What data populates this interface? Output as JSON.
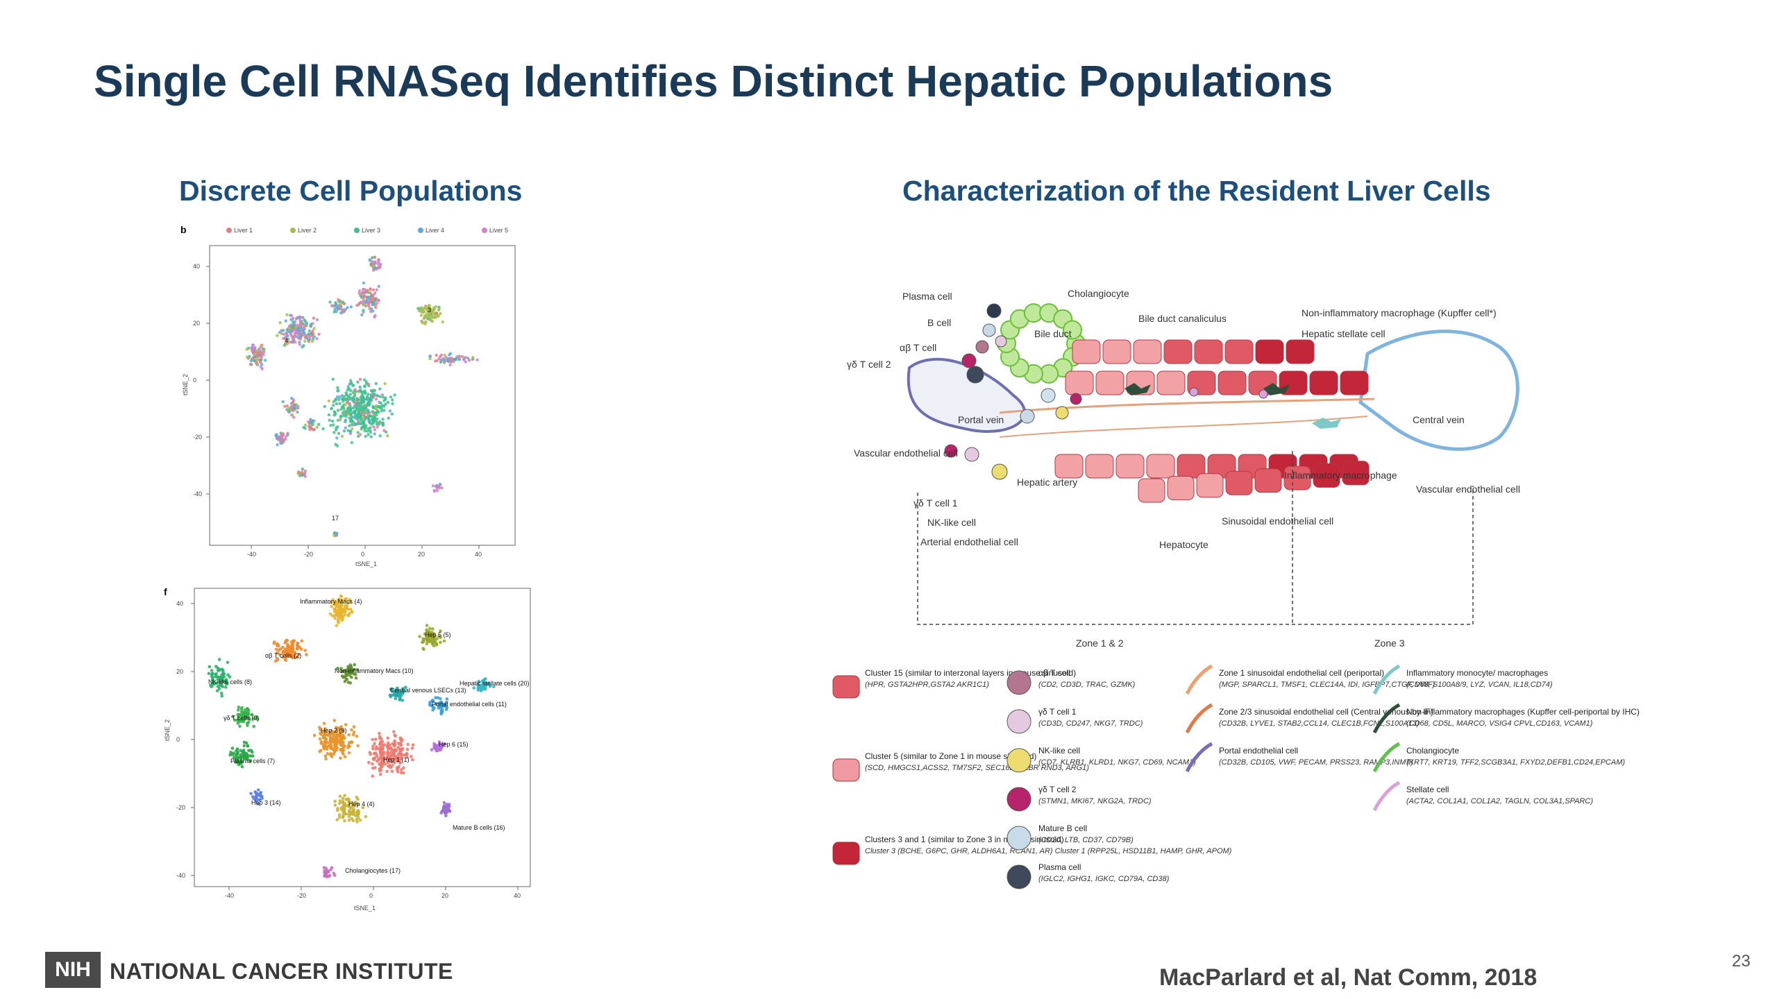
{
  "slide": {
    "title": "Single Cell RNASeq Identifies Distinct Hepatic Populations",
    "page_number": "23",
    "citation": "MacParlard et al, Nat Comm, 2018"
  },
  "left": {
    "subtitle": "Discrete Cell Populations",
    "plot_b": {
      "letter": "b",
      "legend": [
        "Liver 1",
        "Liver 2",
        "Liver 3",
        "Liver 4",
        "Liver 5"
      ],
      "colors": [
        "#e57f85",
        "#a7bd4d",
        "#3fbf8f",
        "#5ea9e0",
        "#d27fd6"
      ],
      "xlabel": "tSNE_1",
      "ylabel": "tSNE_2",
      "xticks": [
        "-40",
        "-20",
        "0",
        "20",
        "40"
      ],
      "yticks": [
        "40",
        "20",
        "0",
        "-20",
        "-40"
      ],
      "cluster_numbers": [
        "4",
        "3",
        "17"
      ]
    },
    "plot_f": {
      "letter": "f",
      "xlabel": "tSNE_1",
      "ylabel": "tSNE_2",
      "xticks": [
        "-40",
        "-20",
        "0",
        "20",
        "40"
      ],
      "yticks": [
        "40",
        "20",
        "0",
        "-20",
        "-40"
      ],
      "clusters": [
        {
          "label": "Inflammatory Macs (4)",
          "color": "#e6b62e"
        },
        {
          "label": "Hep 5 (5)",
          "color": "#9aa62a"
        },
        {
          "label": "αβ T cells (2)",
          "color": "#f0892b"
        },
        {
          "label": "NK-like cells (8)",
          "color": "#2db36a"
        },
        {
          "label": "Non-inflammatory Macs (10)",
          "color": "#5e8f2f"
        },
        {
          "label": "Hepatic stellate cells (20)",
          "color": "#3cb5c7"
        },
        {
          "label": "Central venous LSECs (13)",
          "color": "#2aa6a6"
        },
        {
          "label": "Portal endothelial cells (11)",
          "color": "#3aa0d8"
        },
        {
          "label": "γδ T cells (9)",
          "color": "#38b24c"
        },
        {
          "label": "Hep 2 (9)",
          "color": "#e8942a"
        },
        {
          "label": "Hep 1 (1)",
          "color": "#f07a70"
        },
        {
          "label": "Hep 6 (15)",
          "color": "#b36fd6"
        },
        {
          "label": "Plasma cells (7)",
          "color": "#27a645"
        },
        {
          "label": "Hep 3 (14)",
          "color": "#5c7fe0"
        },
        {
          "label": "Hep 4 (4)",
          "color": "#c9b434"
        },
        {
          "label": "Mature B cells (16)",
          "color": "#9c6bd0"
        },
        {
          "label": "Cholangiocytes (17)",
          "color": "#c96fc0"
        }
      ]
    }
  },
  "right": {
    "subtitle": "Characterization of the Resident Liver Cells",
    "diagram_labels": {
      "plasma_cell": "Plasma cell",
      "b_cell": "B cell",
      "ab_t_cell": "αβ T cell",
      "gd_t_cell_2": "γδ T cell 2",
      "cholangiocyte": "Cholangiocyte",
      "bile_duct_canaliculus": "Bile duct canaliculus",
      "bile_duct": "Bile duct",
      "non_inflammatory_macrophage": "Non-inflammatory macrophage (Kupffer cell*)",
      "hepatic_stellate_cell": "Hepatic stellate cell",
      "portal_vein": "Portal vein",
      "central_vein": "Central vein",
      "vascular_endothelial_cell_left": "Vascular endothelial cell",
      "hepatic_artery": "Hepatic artery",
      "inflammatory_macrophage": "Inflammatory macrophage",
      "vascular_endothelial_cell_right": "Vascular endothelial cell",
      "gd_t_cell_1": "γδ T cell 1",
      "nk_like_cell": "NK-like cell",
      "sinusoidal_endothelial_cell": "Sinusoidal endothelial cell",
      "arterial_endothelial_cell": "Arterial endothelial cell",
      "hepatocyte": "Hepatocyte",
      "zone_12": "Zone 1 & 2",
      "zone_3": "Zone 3"
    },
    "legend_col1": [
      {
        "title": "Cluster 15 (similar to interzonal layers in mouse sinusoid)",
        "genes": "(HPR, GSTA2HPR,GSTA2 AKR1C1)",
        "color": "#e05a66"
      },
      {
        "title": "Cluster 5 (similar to Zone 1 in mouse sinusoid)",
        "genes": "(SCD, HMGCS1,ACSS2, TM7SF2, SEC16B, SLBR RND3, ARG1)",
        "color": "#ef9aa0"
      },
      {
        "title": "Clusters 3 and 1 (similar to Zone 3 in mouse sinusoid)",
        "genes": "Cluster 3 (BCHE, G6PC, GHR, ALDH6A1, RCAN1, AR) Cluster 1 (RPP25L, HSD11B1, HAMP, GHR, APOM)",
        "color": "#c22638"
      }
    ],
    "legend_col2": [
      {
        "title": "αβ T cell",
        "genes": "(CD2, CD3D, TRAC, GZMK)",
        "color": "#b4758f"
      },
      {
        "title": "γδ T cell 1",
        "genes": "(CD3D, CD247, NKG7, TRDC)",
        "color": "#e5c9e0"
      },
      {
        "title": "NK-like cell",
        "genes": "(CD7, KLRB1, KLRD1, NKG7, CD69, NCAM1)",
        "color": "#eddc70"
      },
      {
        "title": "γδ T cell 2",
        "genes": "(STMN1, MKI67, NKG2A, TRDC)",
        "color": "#b8246a"
      },
      {
        "title": "Mature B cell",
        "genes": "(CD20, LTB, CD37, CD79B)",
        "color": "#c8dbe8"
      },
      {
        "title": "Plasma cell",
        "genes": "(IGLC2, IGHG1, IGKC, CD79A, CD38)",
        "color": "#3e4a5c"
      }
    ],
    "legend_col3": [
      {
        "title": "Zone 1 sinusoidal endothelial cell (periportal)",
        "genes": "(MGP, SPARCL1, TMSF1, CLEC14A, IDI, IGFBP7,CTGF, VWF)",
        "color": "#f0a070"
      },
      {
        "title": "Zone 2/3 sinusoidal endothelial cell (Central venous by IF)",
        "genes": "(CD32B, LYVE1, STAB2,CCL14, CLEC1B,FCN2,S100A13)",
        "color": "#e07a4a"
      },
      {
        "title": "Portal endothelial cell",
        "genes": "(CD32B, CD105, VWF, PECAM, PRSS23, RAMP3,INMT)",
        "color": "#7a6ab8"
      }
    ],
    "legend_col4": [
      {
        "title": "Inflammatory monocyte/ macrophages",
        "genes": "(CD68, S100A8/9, LYZ, VCAN, IL18,CD74)",
        "color": "#7fc8c8"
      },
      {
        "title": "Non-inflammatory macrophages (Kupffer cell-periportal by IHC)",
        "genes": "(CD68, CD5L, MARCO, VSIG4 CPVL,CD163, VCAM1)",
        "color": "#2f4f3a"
      },
      {
        "title": "Cholangiocyte",
        "genes": "(KRT7, KRT19, TFF2,SCGB3A1, FXYD2,DEFB1,CD24,EPCAM)",
        "color": "#5fbf4f"
      },
      {
        "title": "Stellate cell",
        "genes": "(ACTA2, COL1A1, COL1A2, TAGLN, COL3A1,SPARC)",
        "color": "#d9a3d9"
      }
    ]
  },
  "footer": {
    "nih": "NIH",
    "institute": "NATIONAL CANCER INSTITUTE"
  }
}
